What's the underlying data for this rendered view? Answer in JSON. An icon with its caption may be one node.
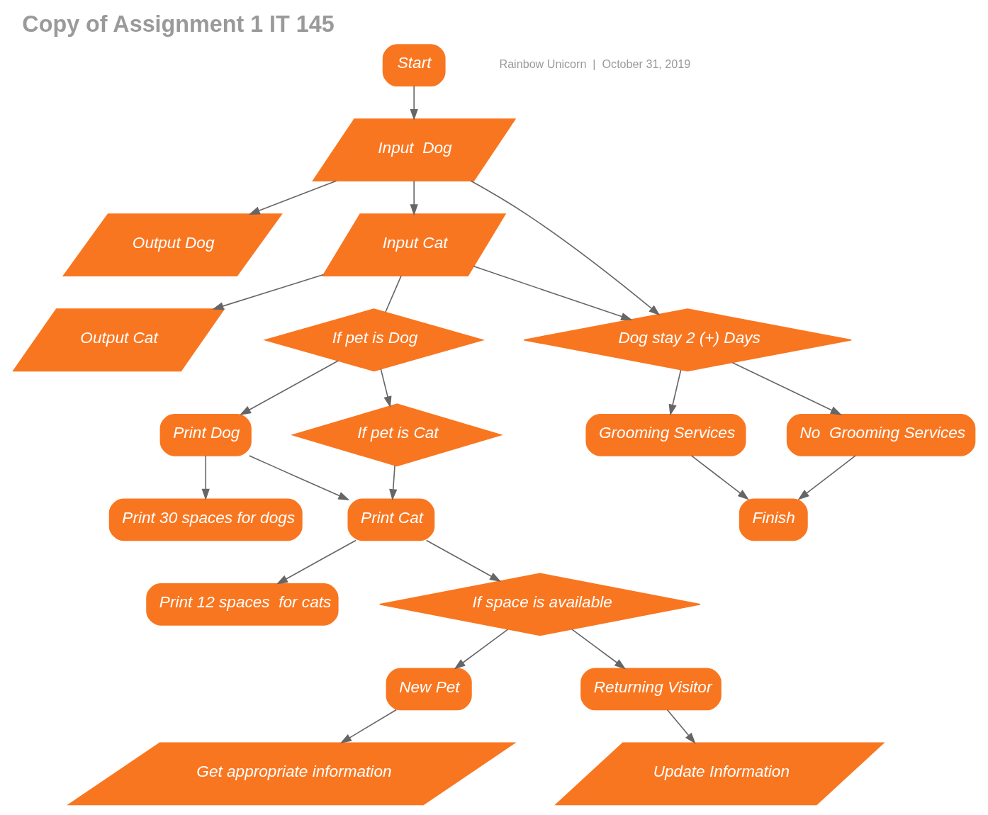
{
  "diagram": {
    "title": "Copy of Assignment 1 IT 145",
    "nodes": [
      {
        "text": [
          "Start"
        ]
      },
      {
        "text": [
          "Input  Dog"
        ]
      },
      {
        "text": [
          "Output Dog"
        ]
      },
      {
        "text": [
          "Input Cat"
        ]
      },
      {
        "text": [
          "Output Cat"
        ]
      },
      {
        "text": [
          "If pet is Dog"
        ]
      },
      {
        "text": [
          "Print Dog"
        ]
      },
      {
        "text": [
          "Print 30 spaces for dogs"
        ]
      },
      {
        "text": [
          "If pet is Cat"
        ]
      },
      {
        "text": [
          "Print Cat"
        ]
      },
      {
        "text": [
          "Print 12 spaces  for cats"
        ]
      },
      {
        "text": [
          "If space is available"
        ]
      },
      {
        "text": [
          "New Pet"
        ]
      },
      {
        "text": [
          "Get appropriate information"
        ]
      },
      {
        "text": [
          "Returning Visitor"
        ]
      },
      {
        "text": [
          "Update Information"
        ]
      },
      {
        "text": [
          "Dog stay 2 (+) Days"
        ]
      },
      {
        "text": [
          "Grooming Services"
        ]
      },
      {
        "text": [
          "No  Grooming Services"
        ]
      },
      {
        "text": [
          "Finish"
        ]
      }
    ],
    "edges": [
      {
        "from": 0,
        "to": 1,
        "arrow": "to"
      },
      {
        "from": 1,
        "to": 2,
        "arrow": "to"
      },
      {
        "from": 1,
        "to": 3,
        "arrow": "to"
      },
      {
        "from": 3,
        "to": 4,
        "arrow": "to"
      },
      {
        "from": 3,
        "to": 5,
        "arrow": "none"
      },
      {
        "from": 5,
        "to": 6,
        "arrow": "to"
      },
      {
        "from": 6,
        "to": 7,
        "arrow": "to"
      },
      {
        "from": 5,
        "to": 8,
        "arrow": "to"
      },
      {
        "from": 6,
        "to": 9,
        "arrow": "to"
      },
      {
        "from": 8,
        "to": 9,
        "arrow": "to"
      },
      {
        "from": 9,
        "to": 10,
        "arrow": "to"
      },
      {
        "from": 9,
        "to": 11,
        "arrow": "to"
      },
      {
        "from": 11,
        "to": 12,
        "arrow": "to"
      },
      {
        "from": 12,
        "to": 13,
        "arrow": "to"
      },
      {
        "from": 11,
        "to": 14,
        "arrow": "to"
      },
      {
        "from": 14,
        "to": 15,
        "arrow": "to"
      },
      {
        "from": 1,
        "to": 16,
        "arrow": "to"
      },
      {
        "from": 3,
        "to": 16,
        "arrow": "to"
      },
      {
        "from": 16,
        "to": 17,
        "arrow": "to"
      },
      {
        "from": 16,
        "to": 18,
        "arrow": "to"
      },
      {
        "from": 17,
        "to": 19,
        "arrow": "to"
      },
      {
        "from": 18,
        "to": 19,
        "arrow": "to"
      }
    ],
    "labels": [
      "Rainbow Unicorn  |  October 31, 2019"
    ]
  }
}
